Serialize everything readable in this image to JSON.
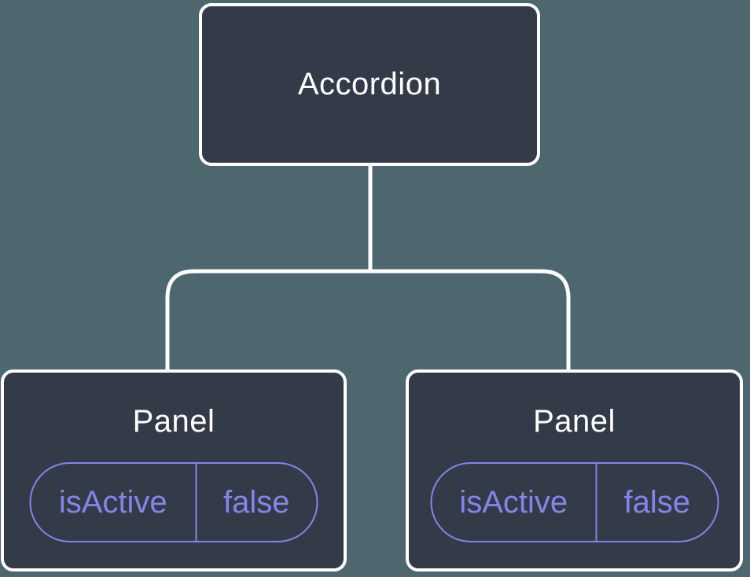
{
  "tree": {
    "root": {
      "label": "Accordion"
    },
    "children": [
      {
        "label": "Panel",
        "state": {
          "key": "isActive",
          "value": "false"
        }
      },
      {
        "label": "Panel",
        "state": {
          "key": "isActive",
          "value": "false"
        }
      }
    ]
  },
  "colors": {
    "background": "#4E666D",
    "node_fill": "#343B48",
    "node_border": "#FFFFFF",
    "node_label": "#FFFFFF",
    "state_accent": "#8186E8",
    "connector": "#FFFFFF"
  }
}
